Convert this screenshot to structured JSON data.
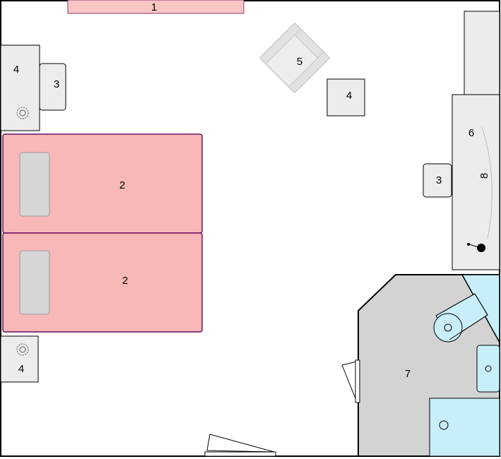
{
  "plan": {
    "furniture": [
      {
        "id": "window-1",
        "label": "1",
        "kind": "window"
      },
      {
        "id": "bed-top",
        "label": "2",
        "kind": "single bed"
      },
      {
        "id": "bed-bottom",
        "label": "2",
        "kind": "single bed"
      },
      {
        "id": "chair-left",
        "label": "3",
        "kind": "chair"
      },
      {
        "id": "chair-right",
        "label": "3",
        "kind": "chair"
      },
      {
        "id": "nightstand-top-left",
        "label": "4",
        "kind": "nightstand"
      },
      {
        "id": "nightstand-bottom-left",
        "label": "4",
        "kind": "nightstand"
      },
      {
        "id": "side-table-center",
        "label": "4",
        "kind": "side table"
      },
      {
        "id": "armchair",
        "label": "5",
        "kind": "armchair"
      },
      {
        "id": "desk",
        "label": "6",
        "kind": "desk"
      },
      {
        "id": "bathroom",
        "label": "7",
        "kind": "bathroom"
      },
      {
        "id": "wardrobe",
        "label": "8",
        "kind": "wardrobe"
      }
    ],
    "colors": {
      "wall": "#000000",
      "bed_fill": "#f9b8b8",
      "bed_border": "#6a0f5e",
      "pillow": "#d6d6d6",
      "furniture": "#ececec",
      "bathroom_floor": "#d3d3d3",
      "fixture_blue": "#c8eefa",
      "window_fill": "#f9c6c6"
    }
  }
}
